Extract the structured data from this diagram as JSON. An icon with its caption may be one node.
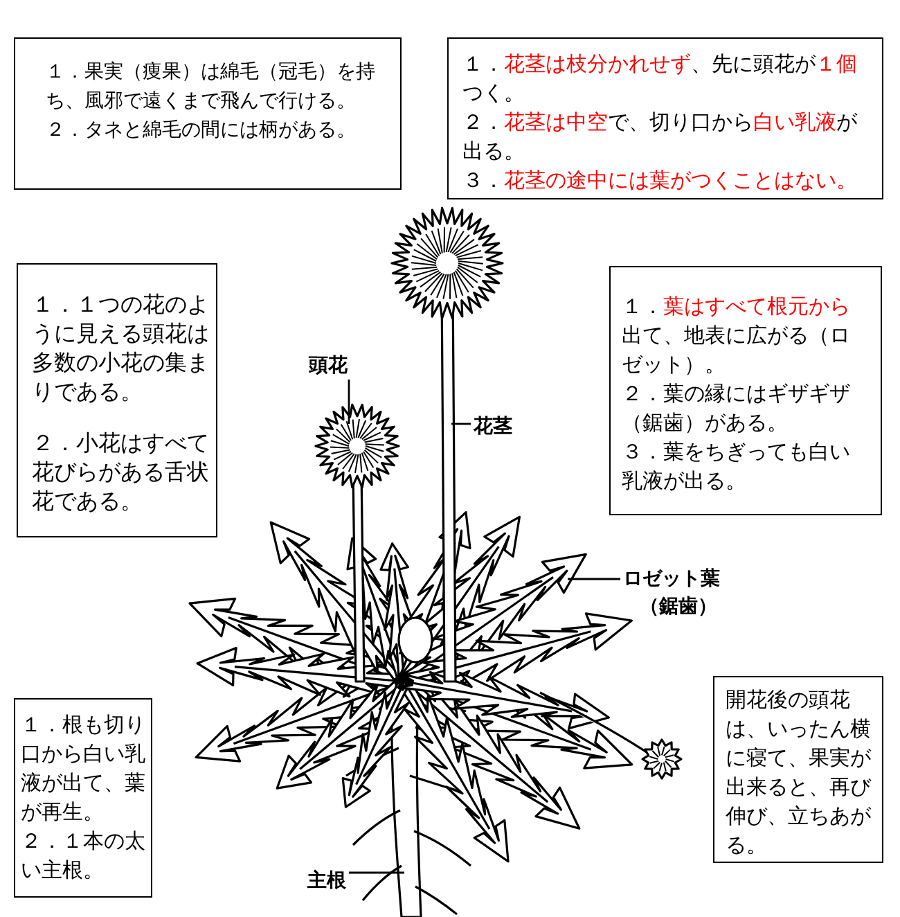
{
  "diagram": {
    "nodes": [
      {
        "text": [
          "１．果実（痩果）は綿毛（冠毛）を持ち、風邪で遠くまで飛んで行ける。",
          "２．タネと綿毛の間には柄がある。"
        ]
      },
      {
        "text": [
          "１．**花茎は枝分かれせず**、先に頭花が**１個**つく。",
          "２．**花茎は中空**で、切り口から**白い乳液**が出る。",
          "３．**花茎の途中には葉がつくことはない。**"
        ]
      },
      {
        "text": [
          "１．１つの花のように見える頭花は多数の小花の集まりである。",
          "２．小花はすべて花びらがある舌状花である。"
        ]
      },
      {
        "text": [
          "１．**葉はすべて根元から**出て、地表に広がる（ロゼット）。",
          "２．葉の縁にはギザギザ（鋸歯）がある。",
          "３．葉をちぎっても白い乳液が出る。"
        ]
      },
      {
        "text": [
          "１．根も切り口から白い乳液が出て、葉が再生。",
          "２．１本の太い主根。"
        ]
      },
      {
        "text": [
          "開花後の頭花は、いったん横に寝て、果実が出来ると、再び伸び、立ちあがる。"
        ]
      },
      {
        "text": [
          "頭花"
        ]
      },
      {
        "text": [
          "花茎"
        ]
      },
      {
        "text": [
          "ロゼット葉",
          "（鋸歯）"
        ]
      },
      {
        "text": [
          "主根"
        ]
      }
    ],
    "edges": [
      {
        "from": 6,
        "to": null,
        "arrow": "none"
      },
      {
        "from": 7,
        "to": null,
        "arrow": "none"
      },
      {
        "from": 8,
        "to": null,
        "arrow": "none"
      },
      {
        "from": 9,
        "to": null,
        "arrow": "none"
      }
    ]
  }
}
